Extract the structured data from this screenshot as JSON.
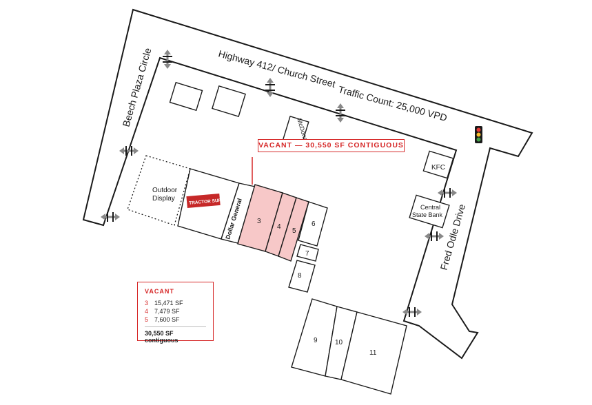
{
  "map": {
    "roads": {
      "highway": "Highway 412/ Church Street",
      "traffic": "Traffic Count: 25,000 VPD",
      "west": "Beech Plaza Circle",
      "east": "Fred Odle Drive"
    },
    "callout": "VACANT — 30,550 SF CONTIGUOUS",
    "tenants": {
      "outdoor": [
        "Outdoor",
        "Display"
      ],
      "tractor": "TRACTOR SUPPLY Co",
      "dollar": "Dollar General",
      "mcdonalds": "McDonald's",
      "kfc": "KFC",
      "bank": [
        "Central",
        "State Bank"
      ]
    },
    "units": [
      "3",
      "4",
      "5",
      "6",
      "7",
      "8",
      "9",
      "10",
      "11"
    ],
    "colors": {
      "vacant_fill": "#f7c8c8",
      "accent": "#d62828"
    }
  },
  "legend": {
    "title": "VACANT",
    "rows": [
      {
        "unit": "3",
        "size": "15,471 SF"
      },
      {
        "unit": "4",
        "size": "7,479 SF"
      },
      {
        "unit": "5",
        "size": "7,600 SF"
      }
    ],
    "total": "30,550 SF contiguous"
  }
}
